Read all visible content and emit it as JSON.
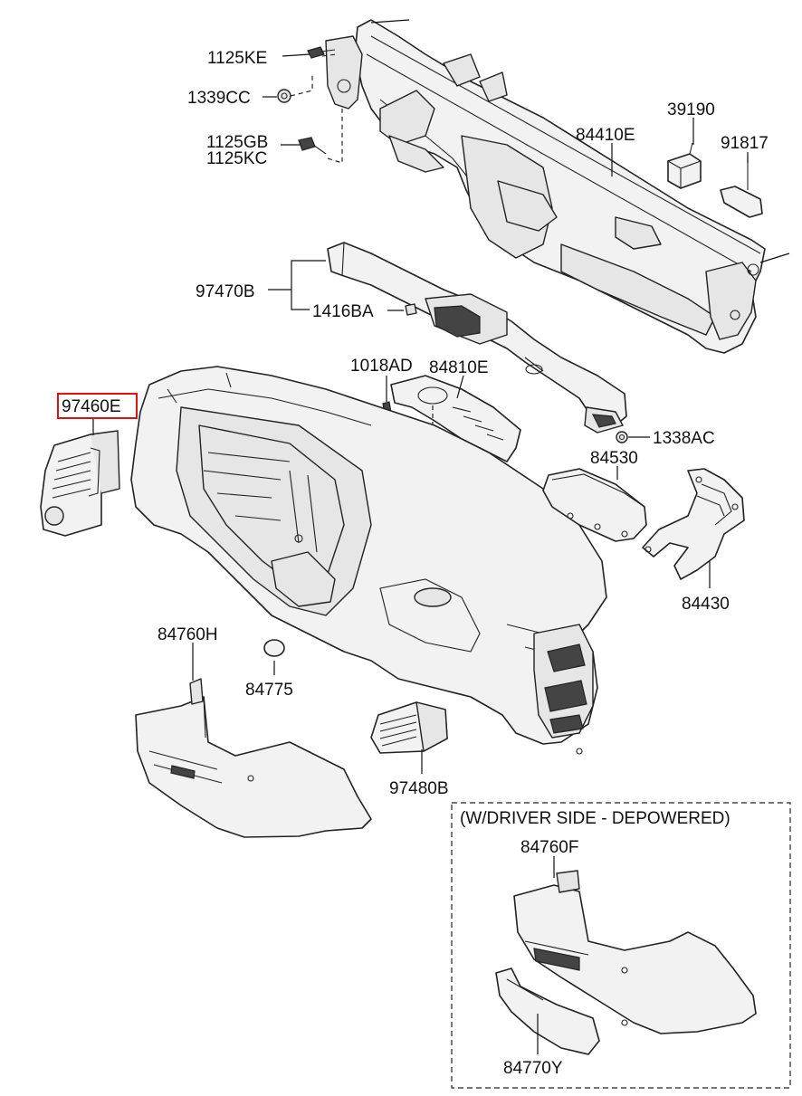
{
  "labels": {
    "p1125KE": "1125KE",
    "p1339CC": "1339CC",
    "p1125GB": "1125GB",
    "p1125KC": "1125KC",
    "p84410E": "84410E",
    "p39190": "39190",
    "p91817": "91817",
    "p97470B": "97470B",
    "p1416BA": "1416BA",
    "p1018AD": "1018AD",
    "p84810E": "84810E",
    "p97460E": "97460E",
    "p1338AC": "1338AC",
    "p84530": "84530",
    "p84430": "84430",
    "p84760H": "84760H",
    "p84775": "84775",
    "p97480B": "97480B",
    "p84760F": "84760F",
    "p84770Y": "84770Y"
  },
  "inset": {
    "title": "(W/DRIVER SIDE - DEPOWERED)"
  },
  "highlight": {
    "part": "97460E",
    "color": "#dd1111"
  }
}
